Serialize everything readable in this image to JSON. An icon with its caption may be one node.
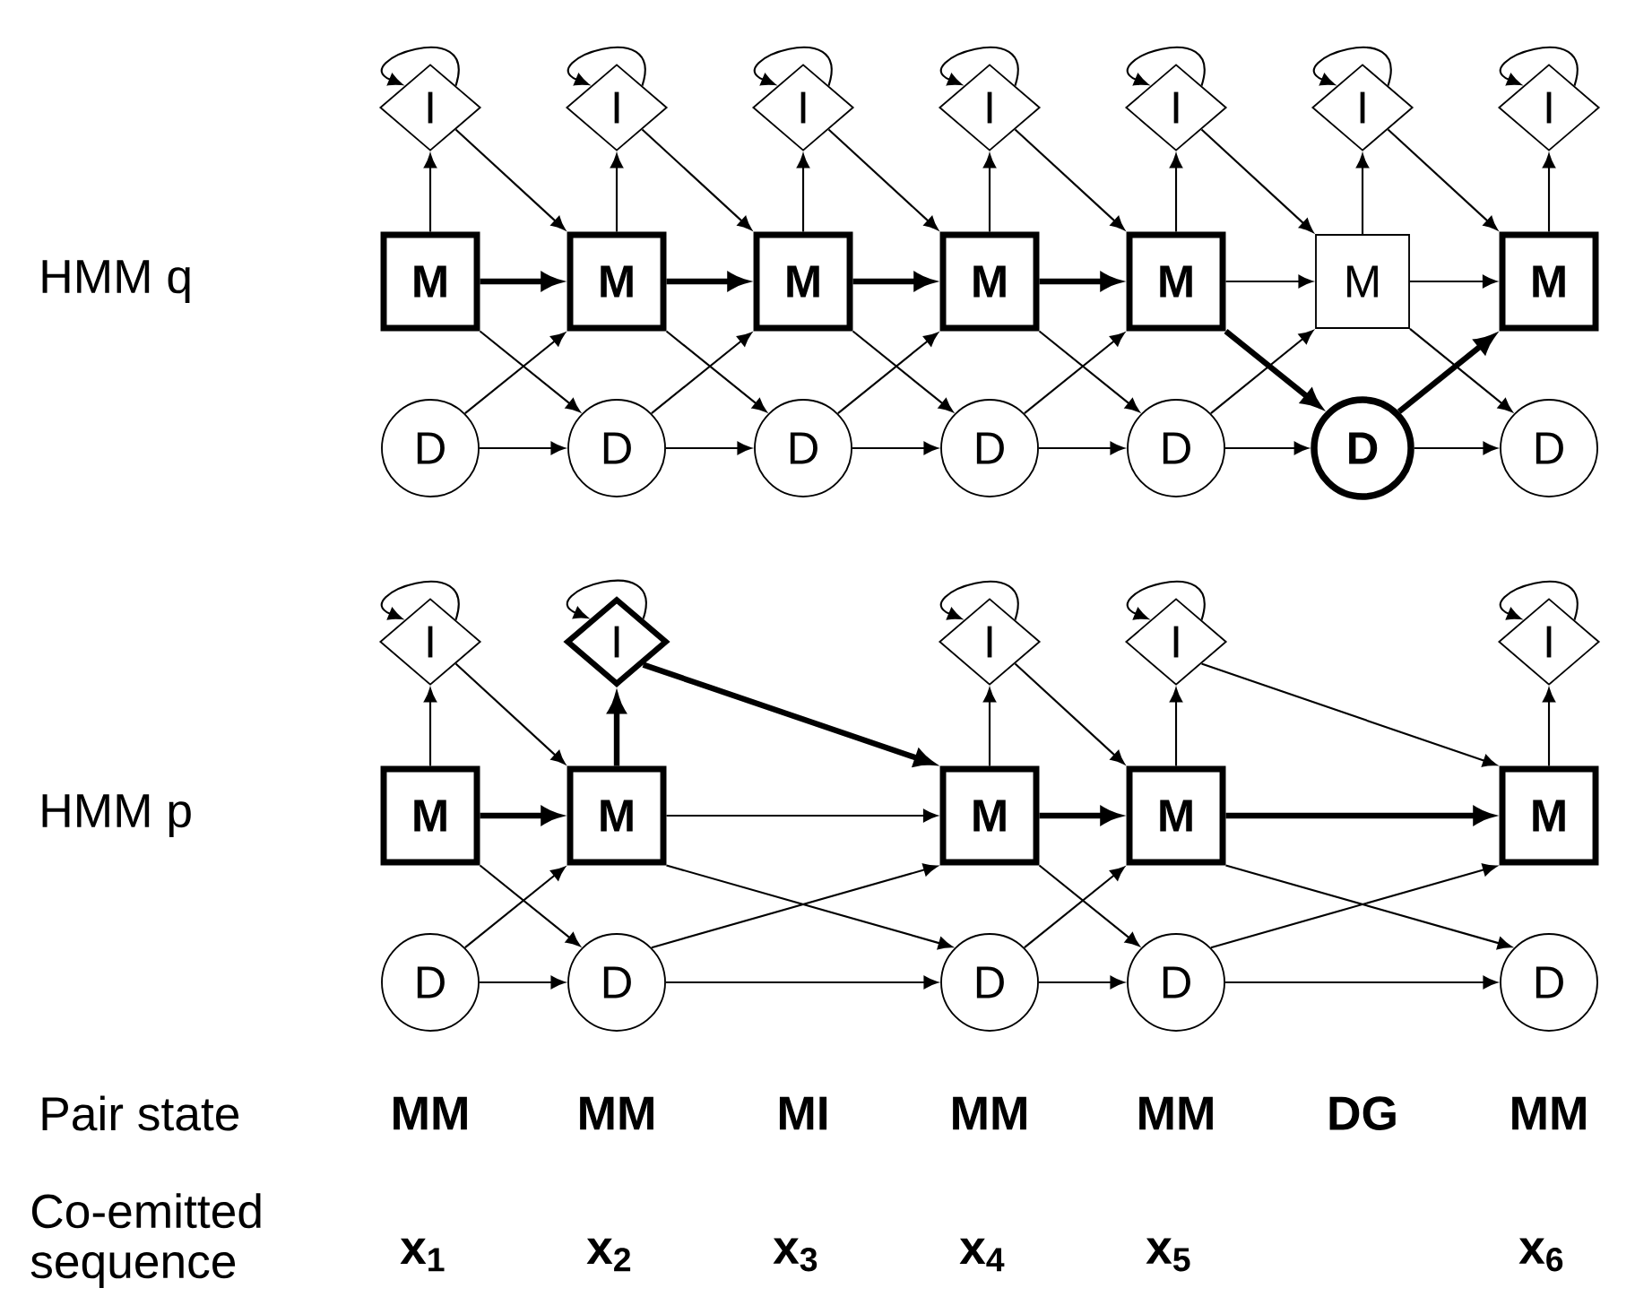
{
  "diagram": {
    "nodes": [
      {
        "text": [
          "I"
        ]
      },
      {
        "text": [
          "M"
        ]
      },
      {
        "text": [
          "D"
        ]
      },
      {
        "text": [
          "I"
        ]
      },
      {
        "text": [
          "M"
        ]
      },
      {
        "text": [
          "D"
        ]
      },
      {
        "text": [
          "I"
        ]
      },
      {
        "text": [
          "M"
        ]
      },
      {
        "text": [
          "D"
        ]
      },
      {
        "text": [
          "I"
        ]
      },
      {
        "text": [
          "M"
        ]
      },
      {
        "text": [
          "D"
        ]
      },
      {
        "text": [
          "I"
        ]
      },
      {
        "text": [
          "M"
        ]
      },
      {
        "text": [
          "D"
        ]
      },
      {
        "text": [
          "I"
        ]
      },
      {
        "text": [
          "M"
        ]
      },
      {
        "text": [
          "D"
        ]
      },
      {
        "text": [
          "I"
        ]
      },
      {
        "text": [
          "M"
        ]
      },
      {
        "text": [
          "D"
        ]
      },
      {
        "text": [
          "I"
        ]
      },
      {
        "text": [
          "M"
        ]
      },
      {
        "text": [
          "D"
        ]
      },
      {
        "text": [
          "I"
        ]
      },
      {
        "text": [
          "M"
        ]
      },
      {
        "text": [
          "D"
        ]
      },
      {
        "text": [
          "I"
        ]
      },
      {
        "text": [
          "M"
        ]
      },
      {
        "text": [
          "D"
        ]
      },
      {
        "text": [
          "I"
        ]
      },
      {
        "text": [
          "M"
        ]
      },
      {
        "text": [
          "D"
        ]
      },
      {
        "text": [
          "I"
        ]
      },
      {
        "text": [
          "M"
        ]
      },
      {
        "text": [
          "D"
        ]
      }
    ],
    "edges": [
      {
        "from": 0,
        "to": 0,
        "arrow": "to"
      },
      {
        "from": 3,
        "to": 3,
        "arrow": "to"
      },
      {
        "from": 6,
        "to": 6,
        "arrow": "to"
      },
      {
        "from": 9,
        "to": 9,
        "arrow": "to"
      },
      {
        "from": 12,
        "to": 12,
        "arrow": "to"
      },
      {
        "from": 15,
        "to": 15,
        "arrow": "to"
      },
      {
        "from": 18,
        "to": 18,
        "arrow": "to"
      },
      {
        "from": 1,
        "to": 0,
        "arrow": "to"
      },
      {
        "from": 4,
        "to": 3,
        "arrow": "to"
      },
      {
        "from": 7,
        "to": 6,
        "arrow": "to"
      },
      {
        "from": 10,
        "to": 9,
        "arrow": "to"
      },
      {
        "from": 13,
        "to": 12,
        "arrow": "to"
      },
      {
        "from": 16,
        "to": 15,
        "arrow": "to"
      },
      {
        "from": 19,
        "to": 18,
        "arrow": "to"
      },
      {
        "from": 1,
        "to": 4,
        "arrow": "to",
        "style": "thick"
      },
      {
        "from": 4,
        "to": 7,
        "arrow": "to",
        "style": "thick"
      },
      {
        "from": 7,
        "to": 10,
        "arrow": "to",
        "style": "thick"
      },
      {
        "from": 10,
        "to": 13,
        "arrow": "to",
        "style": "thick"
      },
      {
        "from": 13,
        "to": 16,
        "arrow": "to"
      },
      {
        "from": 16,
        "to": 19,
        "arrow": "to"
      },
      {
        "from": 0,
        "to": 4,
        "arrow": "to"
      },
      {
        "from": 3,
        "to": 7,
        "arrow": "to"
      },
      {
        "from": 6,
        "to": 10,
        "arrow": "to"
      },
      {
        "from": 9,
        "to": 13,
        "arrow": "to"
      },
      {
        "from": 12,
        "to": 16,
        "arrow": "to"
      },
      {
        "from": 15,
        "to": 19,
        "arrow": "to"
      },
      {
        "from": 1,
        "to": 5,
        "arrow": "to"
      },
      {
        "from": 4,
        "to": 8,
        "arrow": "to"
      },
      {
        "from": 7,
        "to": 11,
        "arrow": "to"
      },
      {
        "from": 10,
        "to": 14,
        "arrow": "to"
      },
      {
        "from": 13,
        "to": 17,
        "arrow": "to",
        "style": "thick"
      },
      {
        "from": 16,
        "to": 20,
        "arrow": "to"
      },
      {
        "from": 2,
        "to": 4,
        "arrow": "to"
      },
      {
        "from": 5,
        "to": 7,
        "arrow": "to"
      },
      {
        "from": 8,
        "to": 10,
        "arrow": "to"
      },
      {
        "from": 11,
        "to": 13,
        "arrow": "to"
      },
      {
        "from": 14,
        "to": 16,
        "arrow": "to"
      },
      {
        "from": 17,
        "to": 19,
        "arrow": "to",
        "style": "thick"
      },
      {
        "from": 2,
        "to": 5,
        "arrow": "to"
      },
      {
        "from": 5,
        "to": 8,
        "arrow": "to"
      },
      {
        "from": 8,
        "to": 11,
        "arrow": "to"
      },
      {
        "from": 11,
        "to": 14,
        "arrow": "to"
      },
      {
        "from": 14,
        "to": 17,
        "arrow": "to"
      },
      {
        "from": 17,
        "to": 20,
        "arrow": "to"
      },
      {
        "from": 21,
        "to": 21,
        "arrow": "to"
      },
      {
        "from": 24,
        "to": 24,
        "arrow": "to"
      },
      {
        "from": 27,
        "to": 27,
        "arrow": "to"
      },
      {
        "from": 30,
        "to": 30,
        "arrow": "to"
      },
      {
        "from": 33,
        "to": 33,
        "arrow": "to"
      },
      {
        "from": 22,
        "to": 21,
        "arrow": "to"
      },
      {
        "from": 25,
        "to": 24,
        "arrow": "to",
        "style": "thick"
      },
      {
        "from": 28,
        "to": 27,
        "arrow": "to"
      },
      {
        "from": 31,
        "to": 30,
        "arrow": "to"
      },
      {
        "from": 34,
        "to": 33,
        "arrow": "to"
      },
      {
        "from": 22,
        "to": 25,
        "arrow": "to",
        "style": "thick"
      },
      {
        "from": 25,
        "to": 28,
        "arrow": "to"
      },
      {
        "from": 28,
        "to": 31,
        "arrow": "to",
        "style": "thick"
      },
      {
        "from": 31,
        "to": 34,
        "arrow": "to",
        "style": "thick"
      },
      {
        "from": 21,
        "to": 25,
        "arrow": "to"
      },
      {
        "from": 24,
        "to": 28,
        "arrow": "to",
        "style": "thick"
      },
      {
        "from": 27,
        "to": 31,
        "arrow": "to"
      },
      {
        "from": 30,
        "to": 34,
        "arrow": "to"
      },
      {
        "from": 22,
        "to": 26,
        "arrow": "to"
      },
      {
        "from": 25,
        "to": 29,
        "arrow": "to"
      },
      {
        "from": 28,
        "to": 32,
        "arrow": "to"
      },
      {
        "from": 31,
        "to": 35,
        "arrow": "to"
      },
      {
        "from": 23,
        "to": 25,
        "arrow": "to"
      },
      {
        "from": 26,
        "to": 28,
        "arrow": "to"
      },
      {
        "from": 29,
        "to": 31,
        "arrow": "to"
      },
      {
        "from": 32,
        "to": 34,
        "arrow": "to"
      },
      {
        "from": 23,
        "to": 26,
        "arrow": "to"
      },
      {
        "from": 26,
        "to": 29,
        "arrow": "to"
      },
      {
        "from": 29,
        "to": 32,
        "arrow": "to"
      },
      {
        "from": 32,
        "to": 35,
        "arrow": "to"
      }
    ],
    "labels": [
      "HMM q",
      "HMM p",
      "Pair state",
      "MM",
      "MM",
      "MI",
      "MM",
      "MM",
      "DG",
      "MM",
      "Co-emitted sequence",
      "x$_{1}$",
      "x$_{2}$",
      "x$_{3}$",
      "x$_{4}$",
      "x$_{5}$",
      "x$_{6}$"
    ]
  }
}
